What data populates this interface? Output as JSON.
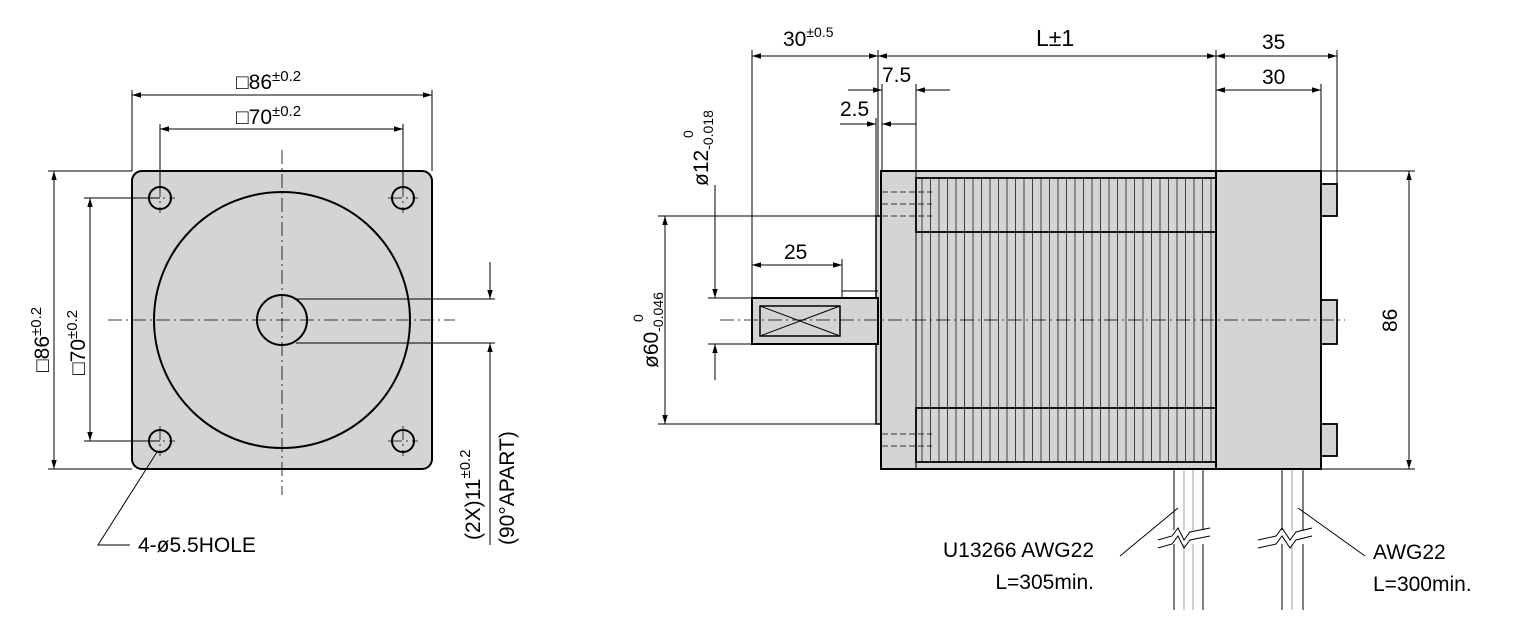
{
  "front_view": {
    "outer_square": "□86",
    "outer_tol": "±0.2",
    "bolt_square": "□70",
    "bolt_tol": "±0.2",
    "outer_square_v": "□86",
    "outer_tol_v": "±0.2",
    "bolt_square_v": "□70",
    "bolt_tol_v": "±0.2",
    "hole_callout": "4-ø5.5HOLE",
    "flat_line1": "(2X)11",
    "flat_tol": "±0.2",
    "flat_line2": "(90°APART)"
  },
  "side_view": {
    "shaft_length": "30",
    "shaft_length_tol": "±0.5",
    "body_length": "L±1",
    "rear_35": "35",
    "rear_30": "30",
    "dim_7_5": "7.5",
    "dim_2_5": "2.5",
    "key_length": "25",
    "shaft_dia": "ø12",
    "shaft_dia_upper": "0",
    "shaft_dia_lower": "-0.018",
    "pilot_dia": "ø60",
    "pilot_dia_upper": "0",
    "pilot_dia_lower": "-0.046",
    "height": "86"
  },
  "cables": {
    "left_line1": "U13266 AWG22",
    "left_line2": "L=305min.",
    "right_line1": "AWG22",
    "right_line2": "L=300min."
  }
}
